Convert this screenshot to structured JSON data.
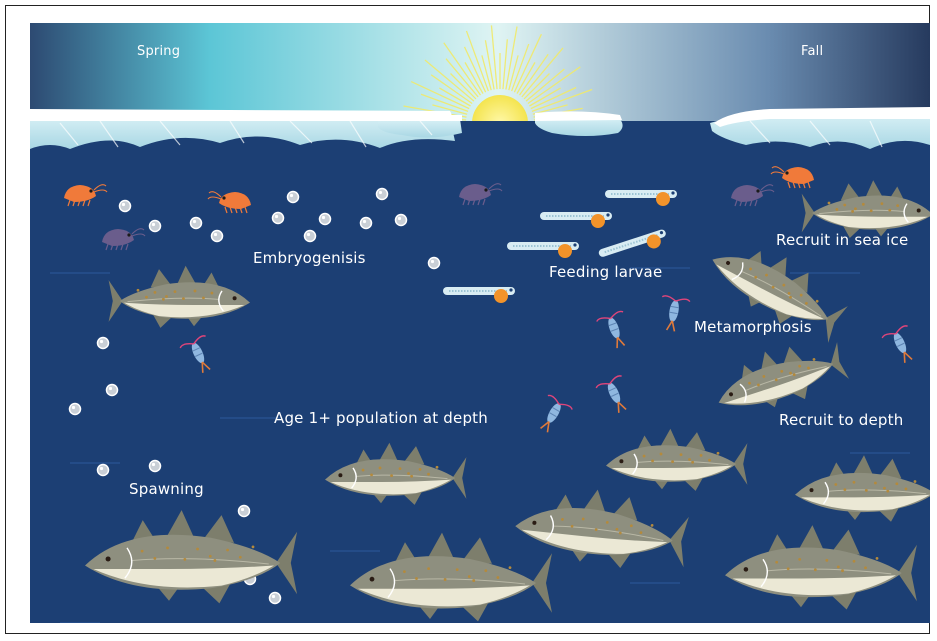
{
  "seasons": {
    "left": "Spring",
    "right": "Fall"
  },
  "labels": {
    "embryogenesis": "Embryogenisis",
    "feeding_larvae": "Feeding larvae",
    "recruit_sea_ice": "Recruit in sea ice",
    "metamorphosis": "Metamorphosis",
    "recruit_depth": "Recruit to depth",
    "age1_population": "Age 1+ population at depth",
    "spawning": "Spawning"
  },
  "colors": {
    "sky_left": "#5cc6d6",
    "sky_dark": "#263a5e",
    "sea": "#1c3f74",
    "ice": "#bfe6ef",
    "sun": "#f4e44f",
    "egg": "#c9cfd6",
    "larva_yolk": "#f2932a",
    "fish_body": "#8e8f7f",
    "fish_belly": "#ebe8d5",
    "amphipod_orange": "#f07a3a",
    "amphipod_purple": "#6a5d8c",
    "copepod": "#8fb7e0"
  }
}
